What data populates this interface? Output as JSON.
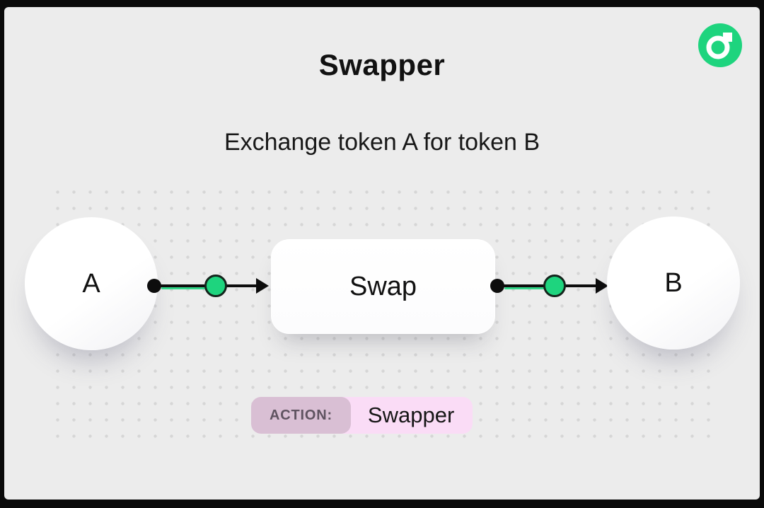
{
  "header": {
    "title": "Swapper",
    "subtitle": "Exchange token A for token B"
  },
  "diagram": {
    "node_a_label": "A",
    "node_b_label": "B",
    "swap_label": "Swap"
  },
  "action_badge": {
    "label": "ACTION:",
    "value": "Swapper"
  },
  "icons": {
    "logo": "flow-logo-icon"
  },
  "colors": {
    "background": "#ececec",
    "frame_border": "#0a0a0a",
    "flow_green": "#1ed47e",
    "badge_background": "#fadcf6",
    "badge_label_background": "#d9bfd4",
    "text": "#111111"
  }
}
